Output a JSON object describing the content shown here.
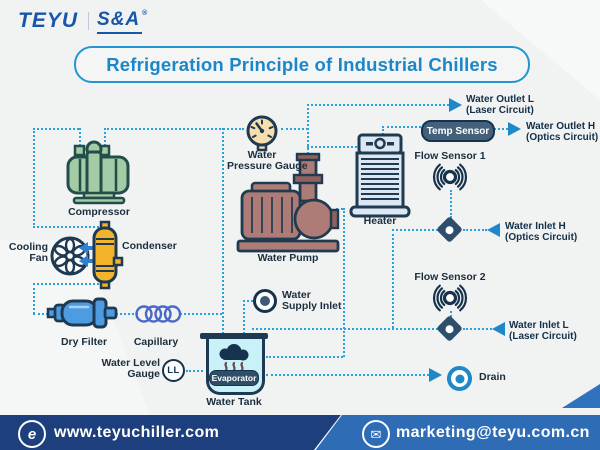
{
  "header": {
    "logo_teyu": "TEYU",
    "logo_sa": "S&A",
    "logo_reg": "®",
    "title": "Refrigeration Principle of Industrial Chillers"
  },
  "components": {
    "compressor": "Compressor",
    "cooling_fan_1": "Cooling",
    "cooling_fan_2": "Fan",
    "condenser": "Condenser",
    "dry_filter": "Dry Filter",
    "capillary": "Capillary",
    "water_level_gauge_1": "Water Level",
    "water_level_gauge_2": "Gauge",
    "water_level_symbol": "LL",
    "water_tank": "Water Tank",
    "evaporator": "Evaporator",
    "water_pressure_gauge_1": "Water",
    "water_pressure_gauge_2": "Pressure Gauge",
    "water_pump": "Water Pump",
    "water_supply_inlet_1": "Water",
    "water_supply_inlet_2": "Supply Inlet",
    "heater": "Heater",
    "temp_sensor": "Temp Sensor",
    "flow_sensor_1": "Flow Sensor 1",
    "flow_sensor_2": "Flow Sensor 2",
    "drain": "Drain"
  },
  "io": {
    "water_outlet_l_1": "Water Outlet L",
    "water_outlet_l_2": "(Laser Circuit)",
    "water_outlet_h_1": "Water Outlet H",
    "water_outlet_h_2": "(Optics Circuit)",
    "water_inlet_h_1": "Water Inlet H",
    "water_inlet_h_2": "(Optics Circuit)",
    "water_inlet_l_1": "Water Inlet L",
    "water_inlet_l_2": "(Laser Circuit)"
  },
  "footer": {
    "web_icon_letter": "e",
    "website": "www.teyuchiller.com",
    "email": "marketing@teyu.com.cn"
  },
  "colors": {
    "accent_blue": "#1b87c9",
    "dotted_line": "#2aa0dc",
    "dark_navy": "#16324c",
    "arrow_blue": "#1f88c9",
    "compressor_green": "#a3cba6",
    "condenser_yellow": "#f3b32b",
    "filter_blue": "#4d9ce2",
    "pump_mauve": "#ad7c76",
    "heater_fill": "#dce7f3",
    "tank_cyan": "#c9f2f8",
    "footer_left": "#1d3f7d",
    "footer_right": "#2e6cb5"
  }
}
